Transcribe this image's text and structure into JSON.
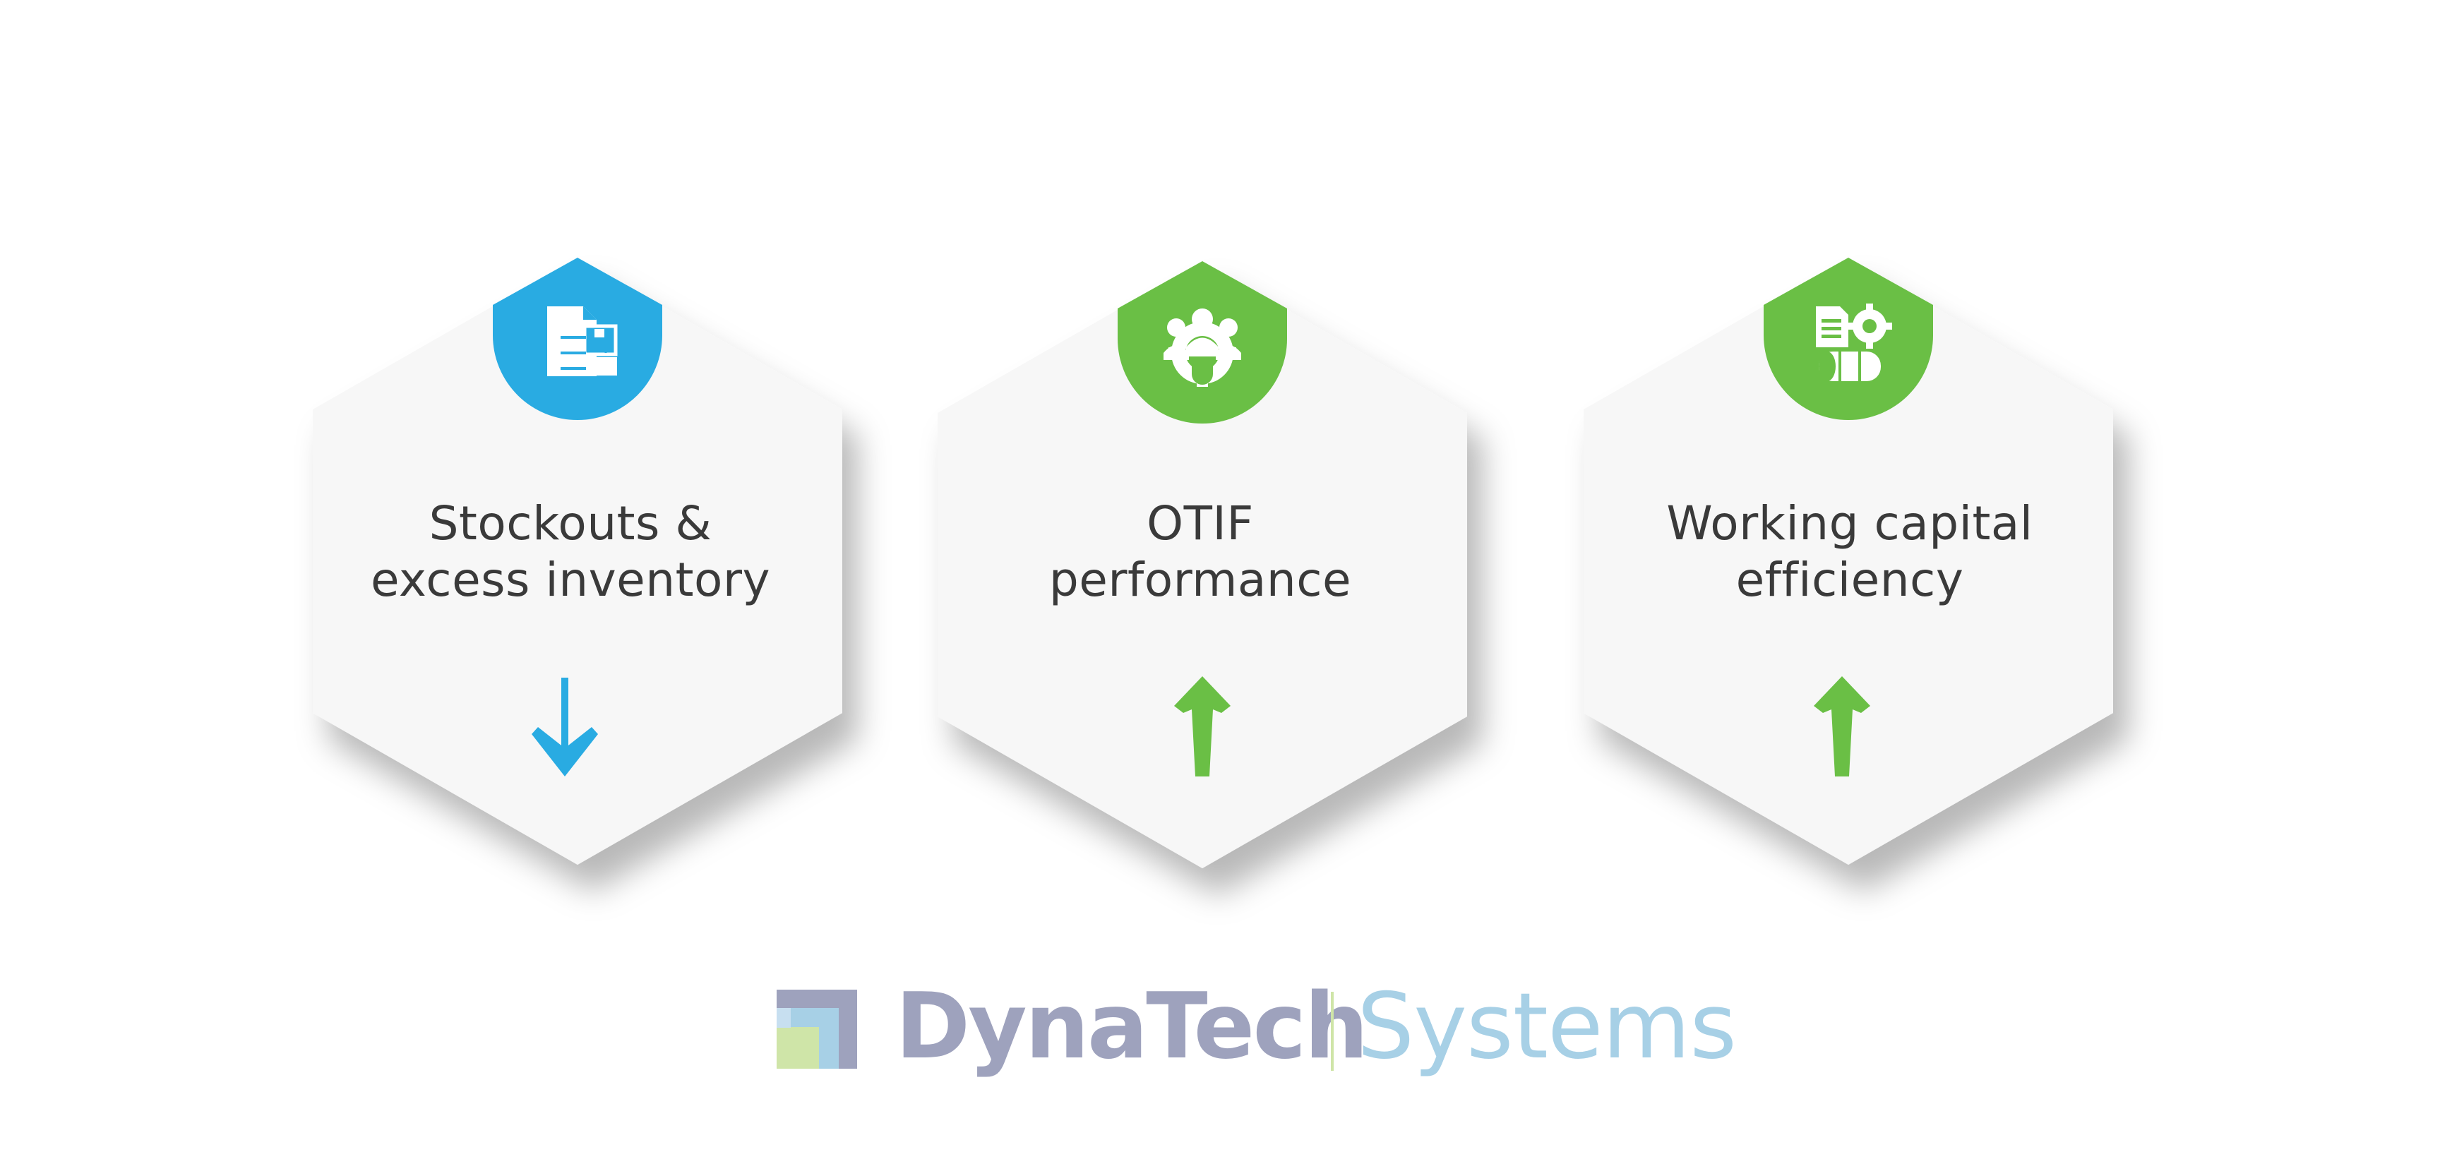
{
  "cards": [
    {
      "line1": "Stockouts &",
      "line2": "excess inventory",
      "icon": "inventory-document-icon",
      "accent": "#29abe2",
      "trend": "down"
    },
    {
      "line1": "OTIF",
      "line2": "performance",
      "icon": "team-gear-icon",
      "accent": "#6abf45",
      "trend": "up"
    },
    {
      "line1": "Working capital",
      "line2": "efficiency",
      "icon": "document-gear-coins-icon",
      "accent": "#6abf45",
      "trend": "up"
    }
  ],
  "logo": {
    "brand": "DynaTech",
    "suffix": "Systems",
    "brand_color": "#9ea2bd",
    "suffix_color": "#a7d0e6"
  },
  "colors": {
    "hex_fill": "#f7f7f7",
    "text": "#3a3a3a",
    "blue": "#29abe2",
    "green": "#6abf45"
  }
}
